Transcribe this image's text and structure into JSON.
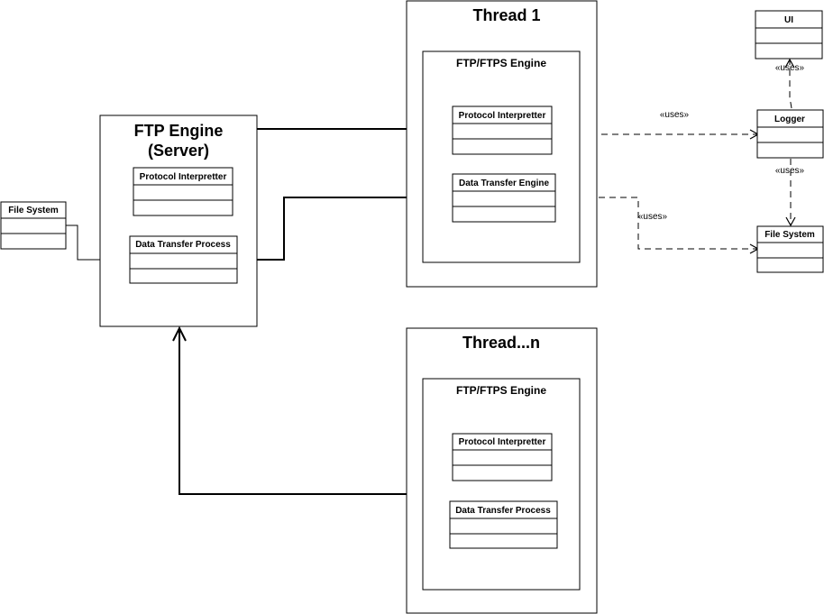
{
  "thread1": {
    "title": "Thread 1",
    "engine_title": "FTP/FTPS Engine",
    "pi_label": "Protocol Interpretter",
    "dte_label": "Data Transfer Engine"
  },
  "threadn": {
    "title": "Thread...n",
    "engine_title": "FTP/FTPS Engine",
    "pi_label": "Protocol Interpretter",
    "dtp_label": "Data Transfer Process"
  },
  "server": {
    "title_line1": "FTP Engine",
    "title_line2": "(Server)",
    "pi_label": "Protocol Interpretter",
    "dtp_label": "Data Transfer Process"
  },
  "left_fs": {
    "label": "File System"
  },
  "right": {
    "ui_label": "UI",
    "logger_label": "Logger",
    "fs_label": "File System"
  },
  "stereotypes": {
    "uses": "«uses»"
  }
}
